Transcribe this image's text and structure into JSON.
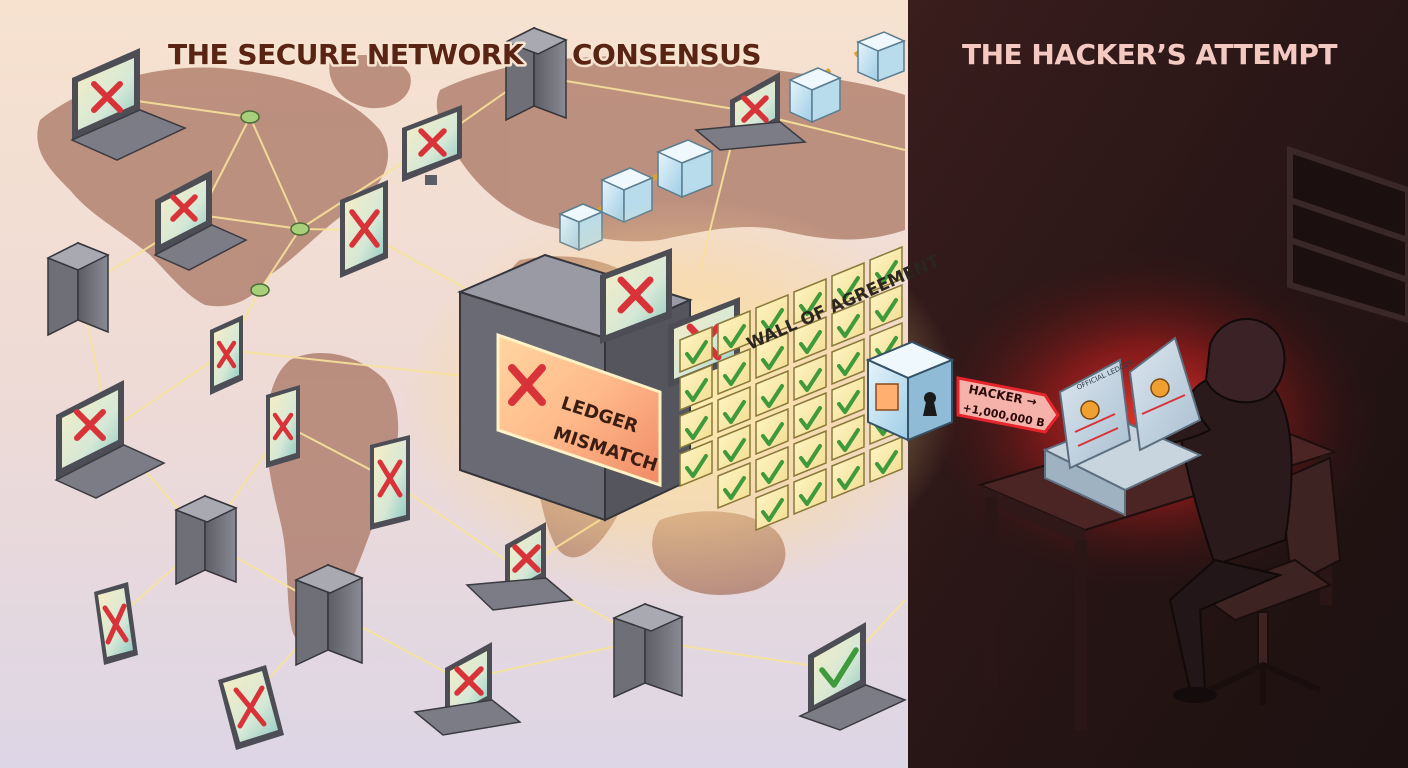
{
  "titles": {
    "left": "THE SECURE NETWORK",
    "center": "CONSENSUS",
    "right": "THE HACKER’S ATTEMPT"
  },
  "wall_label": "WALL OF AGREEMENT",
  "error_panel": {
    "line1": "LEDGER",
    "line2": "MISMATCH"
  },
  "hacker_tag": {
    "line1": "HACKER →",
    "line2": "+1,000,000 B"
  },
  "book_title": "OFFICIAL LEDGER",
  "colors": {
    "reject": "#d9333a",
    "accept": "#3f9a3c",
    "hacker_glow": "#e5242b",
    "title_left": "#5a2415",
    "title_right": "#f4c9c2"
  },
  "icons": {
    "reject": "x-mark-icon",
    "accept": "check-mark-icon",
    "node": "server-icon",
    "lock": "keyhole-icon",
    "bitcoin": "bitcoin-icon"
  }
}
